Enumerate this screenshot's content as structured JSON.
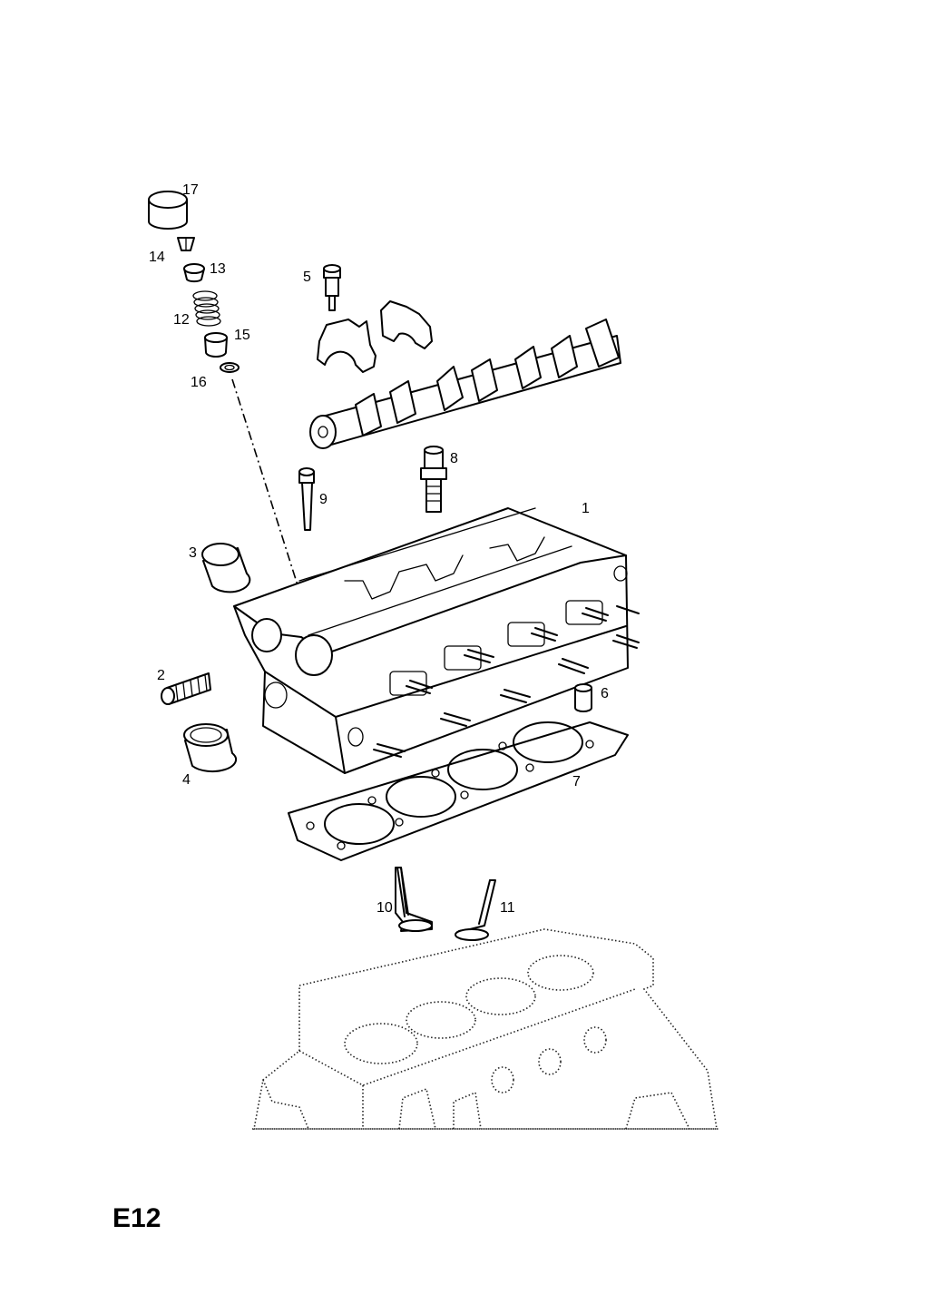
{
  "diagram": {
    "page_code": "E12",
    "callouts": [
      "1",
      "2",
      "3",
      "4",
      "5",
      "6",
      "7",
      "8",
      "9",
      "10",
      "11",
      "12",
      "13",
      "14",
      "15",
      "16",
      "17"
    ]
  }
}
